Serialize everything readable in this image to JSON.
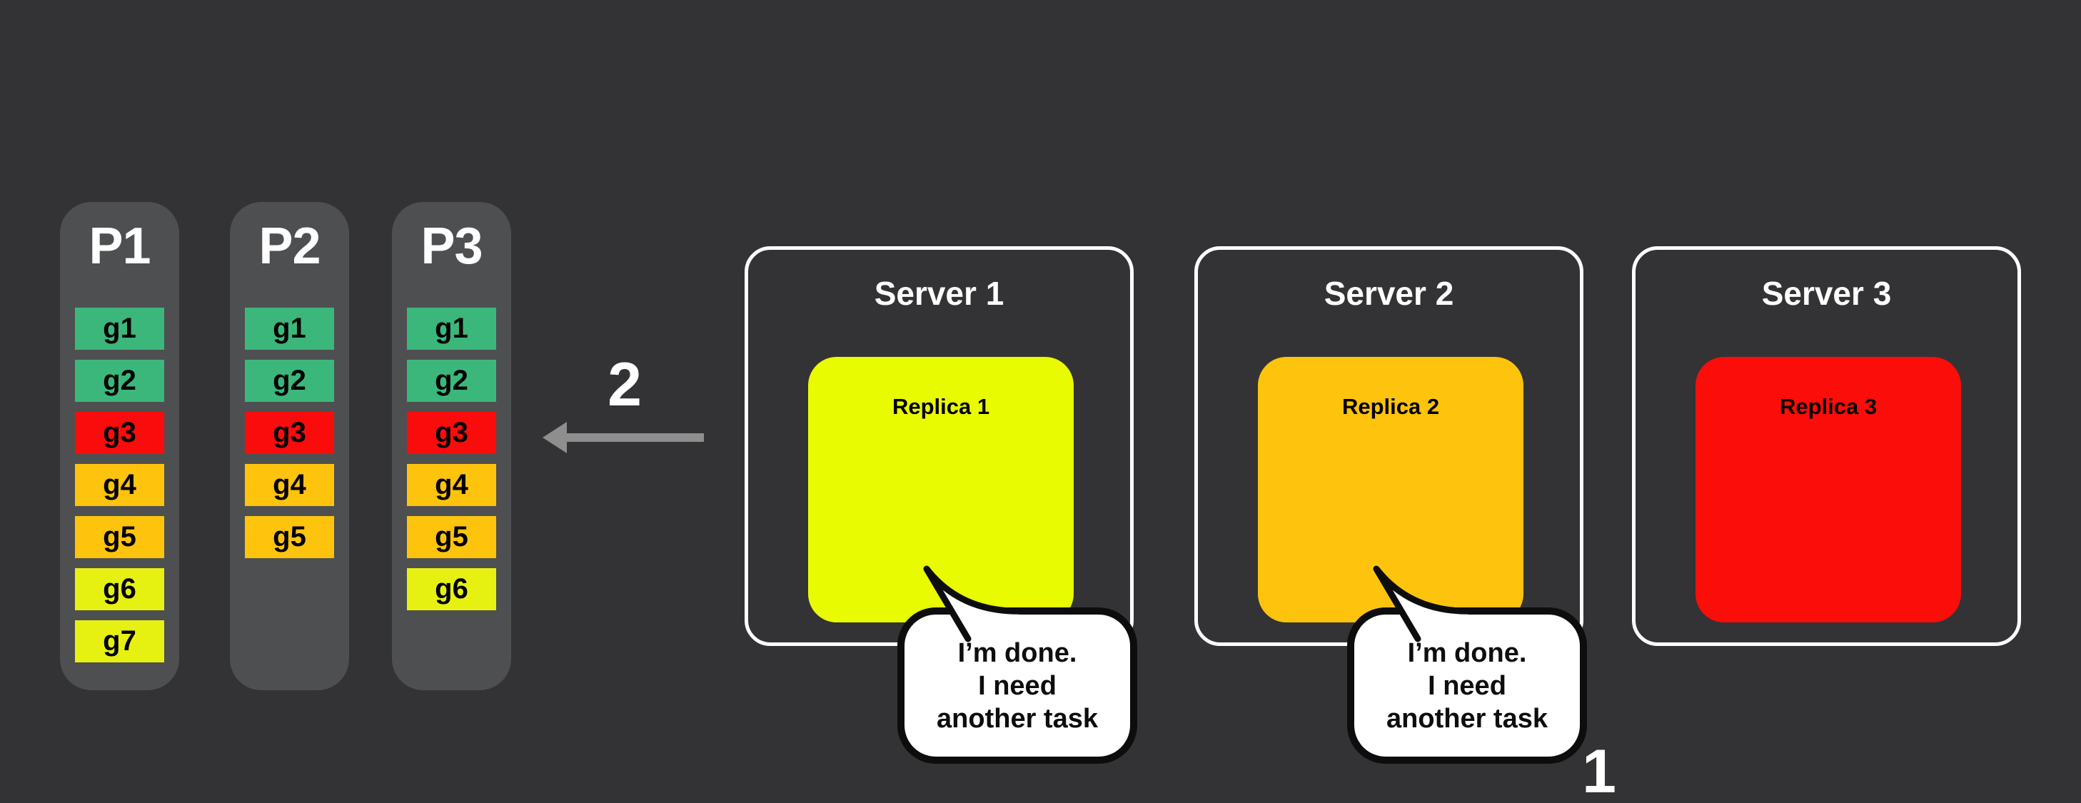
{
  "colors": {
    "background": "#333335",
    "partition_bg": "#4E4F51",
    "chip_green": "#3CB77C",
    "chip_red": "#FA0C0C",
    "chip_gold": "#FEC30D",
    "chip_chartreuse": "#E6F112",
    "replica_yellow": "#E9FB00",
    "replica_gold": "#FEC30D",
    "replica_red": "#FB0D09",
    "arrow_gray": "#8E8E8E",
    "bubble_border": "#0D0D0D",
    "text_white": "#FFFFFF",
    "text_black": "#000000"
  },
  "partitions": [
    {
      "label": "P1",
      "chips": [
        {
          "label": "g1",
          "color": "chip_green"
        },
        {
          "label": "g2",
          "color": "chip_green"
        },
        {
          "label": "g3",
          "color": "chip_red"
        },
        {
          "label": "g4",
          "color": "chip_gold"
        },
        {
          "label": "g5",
          "color": "chip_gold"
        },
        {
          "label": "g6",
          "color": "chip_chartreuse"
        },
        {
          "label": "g7",
          "color": "chip_chartreuse"
        }
      ]
    },
    {
      "label": "P2",
      "chips": [
        {
          "label": "g1",
          "color": "chip_green"
        },
        {
          "label": "g2",
          "color": "chip_green"
        },
        {
          "label": "g3",
          "color": "chip_red"
        },
        {
          "label": "g4",
          "color": "chip_gold"
        },
        {
          "label": "g5",
          "color": "chip_gold"
        }
      ]
    },
    {
      "label": "P3",
      "chips": [
        {
          "label": "g1",
          "color": "chip_green"
        },
        {
          "label": "g2",
          "color": "chip_green"
        },
        {
          "label": "g3",
          "color": "chip_red"
        },
        {
          "label": "g4",
          "color": "chip_gold"
        },
        {
          "label": "g5",
          "color": "chip_gold"
        },
        {
          "label": "g6",
          "color": "chip_chartreuse"
        }
      ]
    }
  ],
  "servers": [
    {
      "label": "Server 1",
      "replica": {
        "label": "Replica 1",
        "color": "replica_yellow"
      },
      "bubble": {
        "lines": [
          "I’m done.",
          "I need",
          "another task"
        ]
      }
    },
    {
      "label": "Server 2",
      "replica": {
        "label": "Replica 2",
        "color": "replica_gold"
      },
      "bubble": {
        "lines": [
          "I’m done.",
          "I need",
          "another task"
        ]
      }
    },
    {
      "label": "Server 3",
      "replica": {
        "label": "Replica 3",
        "color": "replica_red"
      },
      "bubble": null
    }
  ],
  "annotations": {
    "step2_label": "2",
    "step1_label": "1"
  }
}
